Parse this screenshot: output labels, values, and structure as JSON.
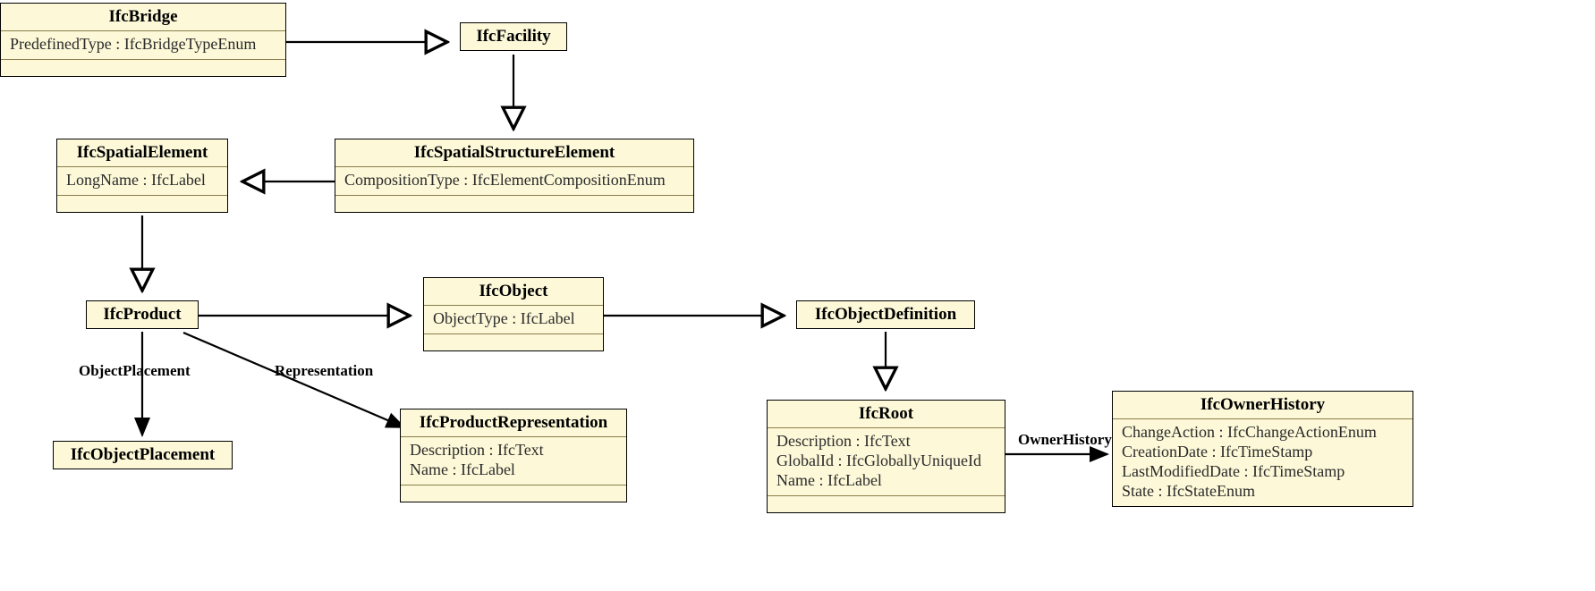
{
  "diagram": {
    "title": "IFC Class Hierarchy UML Diagram",
    "colors": {
      "class_fill": "#fcf8d8",
      "class_border": "#000000",
      "compartment_sep": "#8a7d4a",
      "edge": "#000000",
      "canvas": "#ffffff"
    }
  },
  "classes": {
    "ifc_bridge": {
      "name": "IfcBridge",
      "attributes": [
        "PredefinedType : IfcBridgeTypeEnum"
      ],
      "has_operations_compartment": true
    },
    "ifc_facility": {
      "name": "IfcFacility",
      "attributes": [],
      "has_operations_compartment": false
    },
    "ifc_spatial_element": {
      "name": "IfcSpatialElement",
      "attributes": [
        "LongName : IfcLabel"
      ],
      "has_operations_compartment": true
    },
    "ifc_spatial_structure_element": {
      "name": "IfcSpatialStructureElement",
      "attributes": [
        "CompositionType : IfcElementCompositionEnum"
      ],
      "has_operations_compartment": true
    },
    "ifc_product": {
      "name": "IfcProduct",
      "attributes": [],
      "has_operations_compartment": false
    },
    "ifc_object": {
      "name": "IfcObject",
      "attributes": [
        "ObjectType : IfcLabel"
      ],
      "has_operations_compartment": true
    },
    "ifc_object_definition": {
      "name": "IfcObjectDefinition",
      "attributes": [],
      "has_operations_compartment": false
    },
    "ifc_object_placement": {
      "name": "IfcObjectPlacement",
      "attributes": [],
      "has_operations_compartment": false
    },
    "ifc_product_representation": {
      "name": "IfcProductRepresentation",
      "attributes": [
        "Description : IfcText",
        "Name : IfcLabel"
      ],
      "has_operations_compartment": true
    },
    "ifc_root": {
      "name": "IfcRoot",
      "attributes": [
        "Description : IfcText",
        "GlobalId : IfcGloballyUniqueId",
        "Name : IfcLabel"
      ],
      "has_operations_compartment": true
    },
    "ifc_owner_history": {
      "name": "IfcOwnerHistory",
      "attributes": [
        "ChangeAction : IfcChangeActionEnum",
        "CreationDate : IfcTimeStamp",
        "LastModifiedDate : IfcTimeStamp",
        "State : IfcStateEnum"
      ],
      "has_operations_compartment": false
    }
  },
  "edges": {
    "bridge_to_facility": {
      "kind": "generalization",
      "from": "IfcBridge",
      "to": "IfcFacility",
      "label": ""
    },
    "facility_to_spatial_structure_element": {
      "kind": "generalization",
      "from": "IfcFacility",
      "to": "IfcSpatialStructureElement",
      "label": ""
    },
    "spatial_structure_element_to_spatial_element": {
      "kind": "generalization",
      "from": "IfcSpatialStructureElement",
      "to": "IfcSpatialElement",
      "label": ""
    },
    "spatial_element_to_product": {
      "kind": "generalization",
      "from": "IfcSpatialElement",
      "to": "IfcProduct",
      "label": ""
    },
    "product_to_object": {
      "kind": "generalization",
      "from": "IfcProduct",
      "to": "IfcObject",
      "label": ""
    },
    "object_to_object_definition": {
      "kind": "generalization",
      "from": "IfcObject",
      "to": "IfcObjectDefinition",
      "label": ""
    },
    "object_definition_to_root": {
      "kind": "generalization",
      "from": "IfcObjectDefinition",
      "to": "IfcRoot",
      "label": ""
    },
    "product_to_object_placement": {
      "kind": "association",
      "from": "IfcProduct",
      "to": "IfcObjectPlacement",
      "label": "ObjectPlacement"
    },
    "product_to_product_representation": {
      "kind": "association",
      "from": "IfcProduct",
      "to": "IfcProductRepresentation",
      "label": "Representation"
    },
    "root_to_owner_history": {
      "kind": "association",
      "from": "IfcRoot",
      "to": "IfcOwnerHistory",
      "label": "OwnerHistory"
    }
  }
}
